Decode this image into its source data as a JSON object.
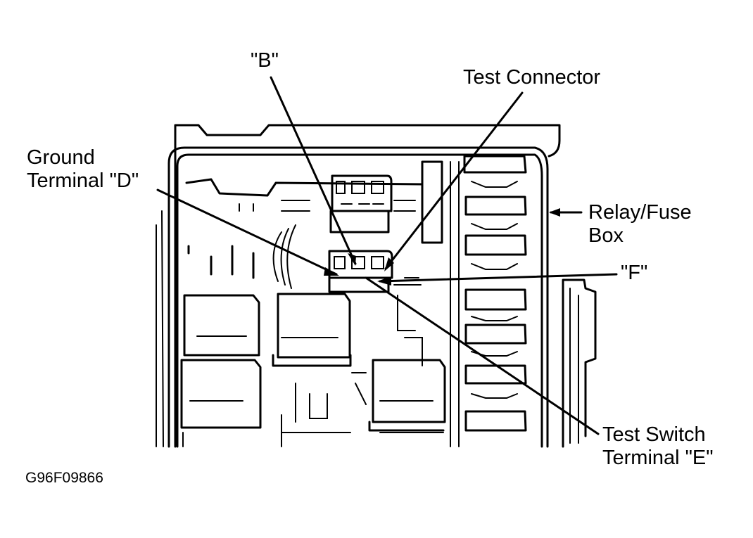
{
  "diagram": {
    "title": "Relay/Fuse Box Test Connector Location",
    "figure_id": "G96F09866",
    "callouts": [
      {
        "id": "B",
        "lines": [
          "\"B\""
        ]
      },
      {
        "id": "test-connector",
        "lines": [
          "Test Connector"
        ]
      },
      {
        "id": "ground-terminal-d",
        "lines": [
          "Ground",
          "Terminal \"D\""
        ]
      },
      {
        "id": "relay-fuse-box",
        "lines": [
          "Relay/Fuse",
          "Box"
        ]
      },
      {
        "id": "F",
        "lines": [
          "\"F\""
        ]
      },
      {
        "id": "test-switch-terminal-e",
        "lines": [
          "Test Switch",
          "Terminal \"E\""
        ]
      }
    ]
  }
}
